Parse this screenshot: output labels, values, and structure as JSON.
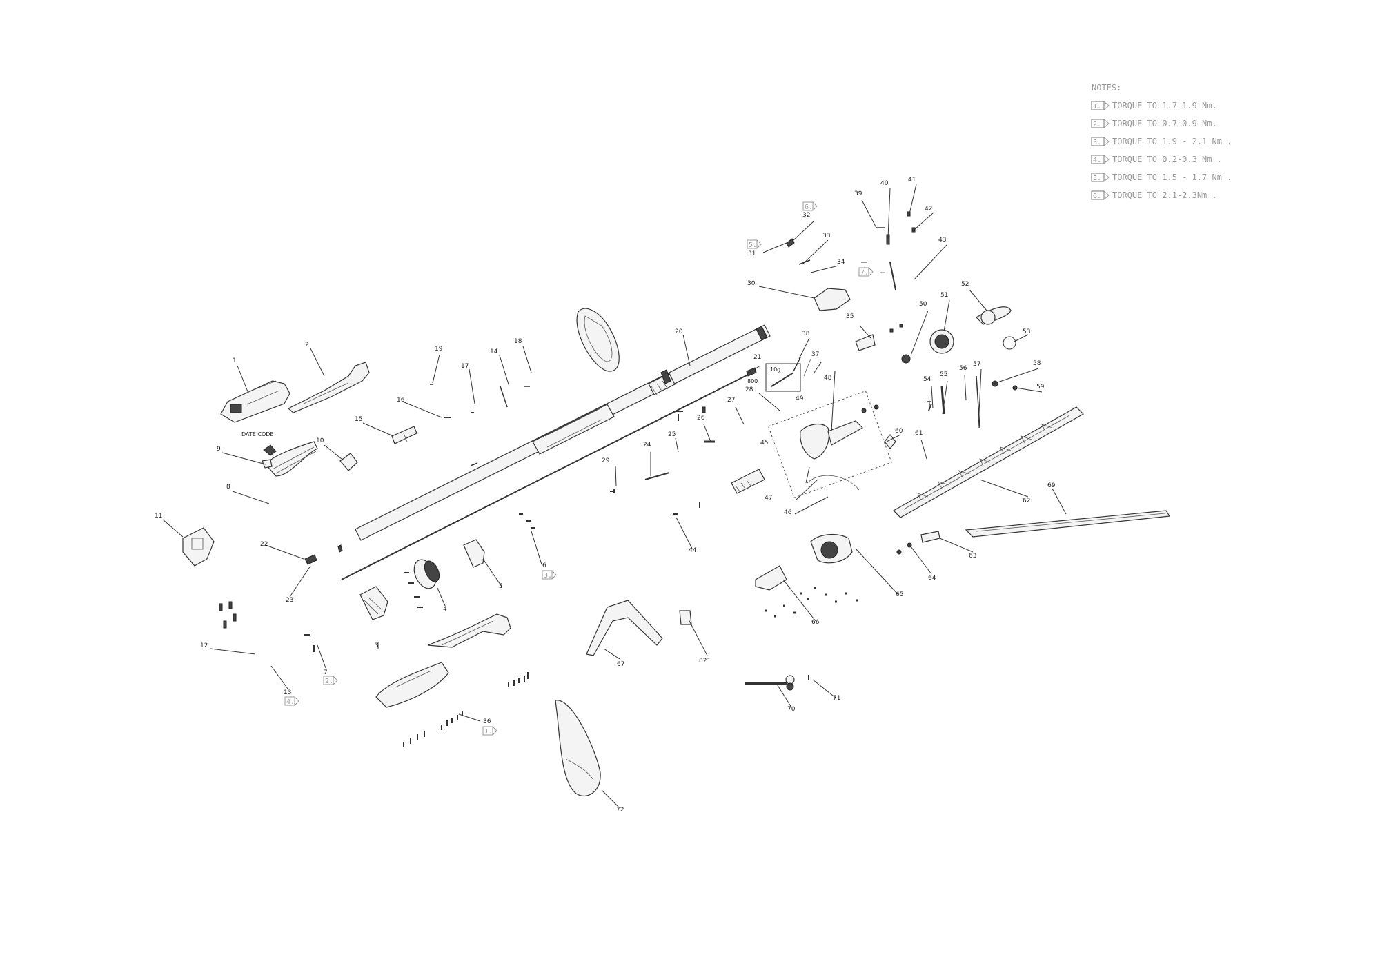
{
  "notes": {
    "title": "NOTES:",
    "items": [
      {
        "index": "1.",
        "text": "TORQUE TO 1.7-1.9 Nm."
      },
      {
        "index": "2.",
        "text": "TORQUE TO 0.7-0.9 Nm."
      },
      {
        "index": "3.",
        "text": "TORQUE TO 1.9 - 2.1 Nm ."
      },
      {
        "index": "4.",
        "text": "TORQUE TO 0.2-0.3 Nm ."
      },
      {
        "index": "5.",
        "text": "TORQUE TO 1.5 - 1.7 Nm ."
      },
      {
        "index": "6.",
        "text": "TORQUE TO 2.1-2.3Nm ."
      }
    ]
  },
  "date_code": "DATE CODE",
  "inset": {
    "label_top": "10g",
    "label_side": "800"
  },
  "part_numbers": [
    "1",
    "2",
    "3",
    "4",
    "5",
    "6",
    "7",
    "8",
    "9",
    "10",
    "11",
    "12",
    "13",
    "14",
    "15",
    "16",
    "17",
    "18",
    "19",
    "20",
    "21",
    "22",
    "23",
    "24",
    "25",
    "26",
    "27",
    "28",
    "29",
    "30",
    "31",
    "32",
    "33",
    "34",
    "35",
    "36",
    "37",
    "38",
    "39",
    "40",
    "41",
    "42",
    "43",
    "44",
    "45",
    "46",
    "47",
    "48",
    "49",
    "50",
    "51",
    "52",
    "53",
    "54",
    "55",
    "56",
    "57",
    "58",
    "59",
    "60",
    "61",
    "62",
    "63",
    "64",
    "65",
    "66",
    "67",
    "69",
    "70",
    "71",
    "72",
    "821"
  ],
  "torque_tags": [
    "6.",
    "5.",
    "7.",
    "3.",
    "2.",
    "4.",
    "1."
  ]
}
